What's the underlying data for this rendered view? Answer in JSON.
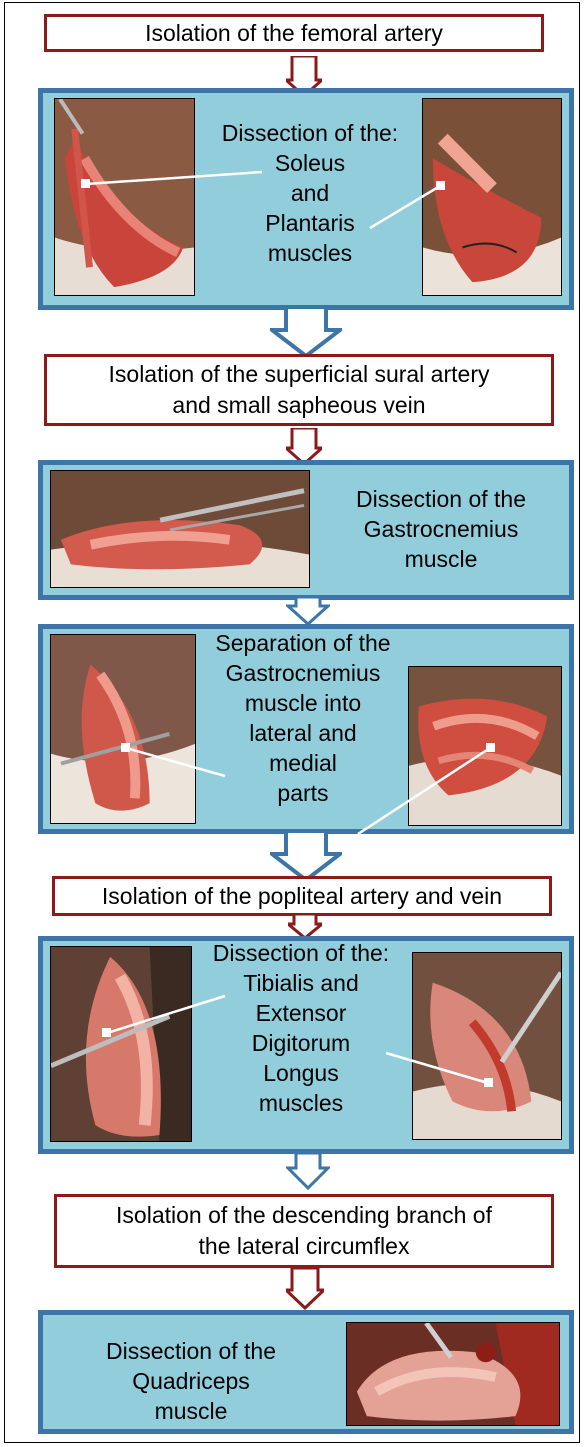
{
  "steps": {
    "s1": "Isolation of the femoral artery",
    "s2": "Dissection of the:\nSoleus\nand\nPlantaris\nmuscles",
    "s3": "Isolation of the superficial sural artery\nand small sapheous vein",
    "s4": "Dissection of the\nGastrocnemius\nmuscle",
    "s5": "Separation of the\nGastrocnemius\nmuscle into\nlateral and\nmedial\nparts",
    "s6": "Isolation of the popliteal artery and vein",
    "s7": "Dissection of the:\nTibialis and\nExtensor\nDigitorum\nLongus\nmuscles",
    "s8": "Isolation of the descending branch of\nthe lateral circumflex",
    "s9": "Dissection of the\nQuadriceps\nmuscle"
  },
  "colors": {
    "box_border": "#8b1a1a",
    "panel_fill": "#92cddc",
    "panel_border": "#3e75a8",
    "arrow_fill": "#ffffff"
  }
}
